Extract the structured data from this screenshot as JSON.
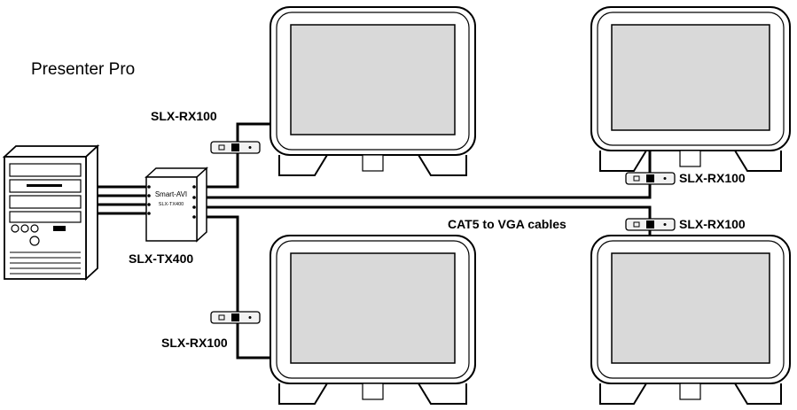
{
  "diagram": {
    "title": "Presenter Pro",
    "cable_label": "CAT5 to VGA cables",
    "transmitter": {
      "label": "SLX-TX400",
      "brand_text": "Smart-AVI",
      "model_text": "SLX-TX400"
    },
    "receivers": [
      {
        "label": "SLX-RX100"
      },
      {
        "label": "SLX-RX100"
      },
      {
        "label": "SLX-RX100"
      },
      {
        "label": "SLX-RX100"
      }
    ],
    "display_count": 4,
    "colors": {
      "line": "#000000",
      "screen": "#d9d9d9",
      "bezel": "#ffffff",
      "device_fill": "#f2f2f2"
    }
  }
}
